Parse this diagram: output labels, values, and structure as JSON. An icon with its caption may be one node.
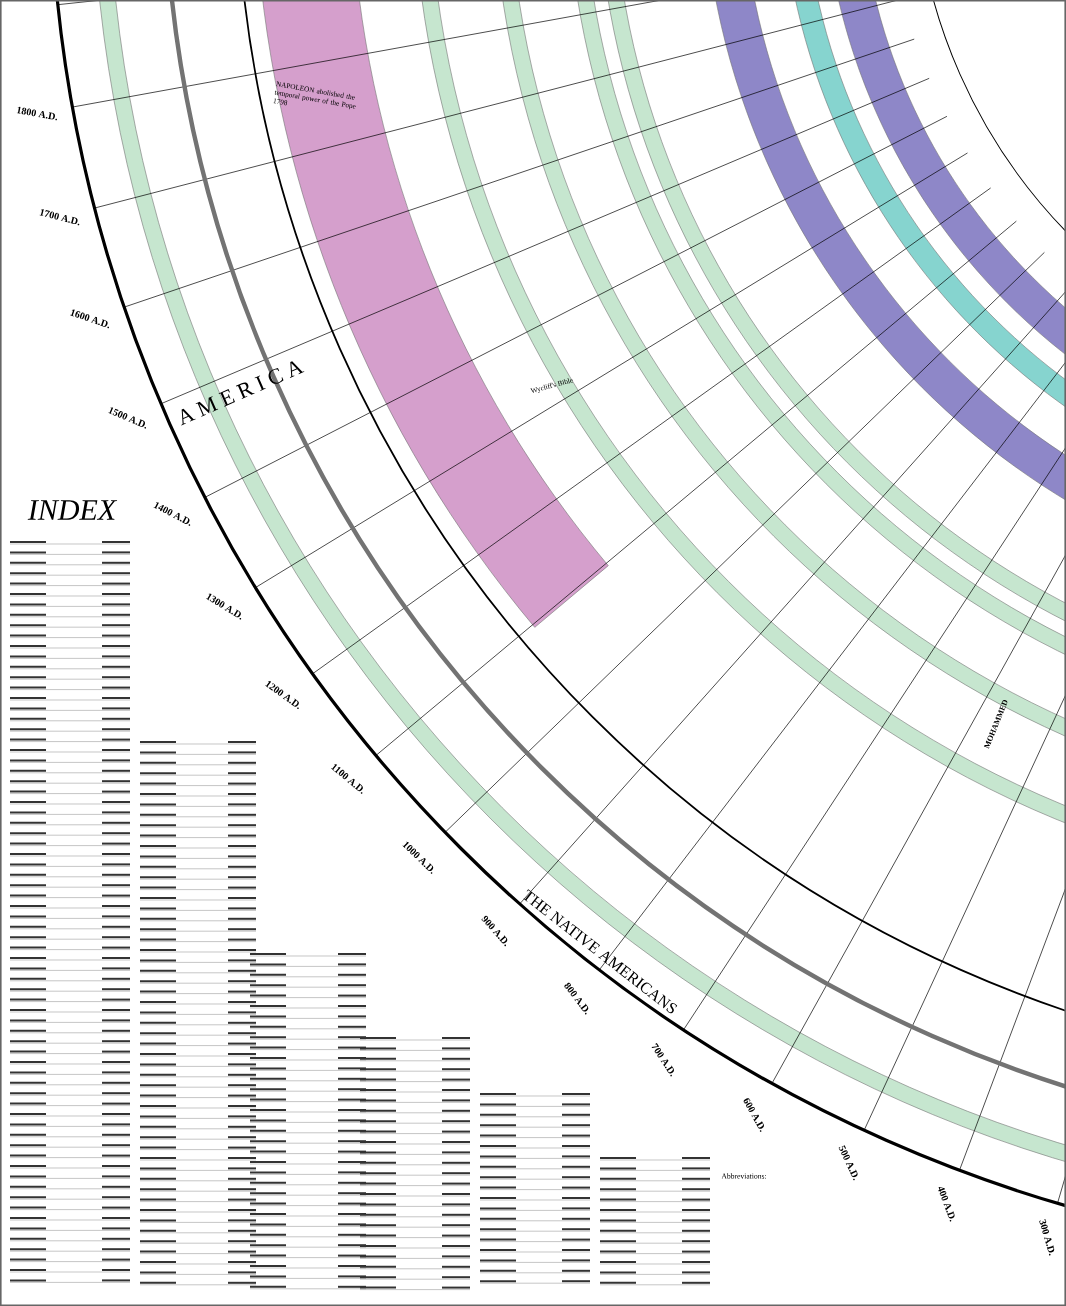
{
  "diagram": {
    "labels": [
      "1800 A.D.",
      "1700 A.D.",
      "1600 A.D.",
      "1500 A.D.",
      "1400 A.D.",
      "1300 A.D.",
      "1200 A.D.",
      "1100 A.D.",
      "1000 A.D.",
      "900 A.D.",
      "800 A.D.",
      "700 A.D.",
      "600 A.D.",
      "500 A.D.",
      "400 A.D.",
      "300 A.D.",
      "A M E R I C A",
      "NAPOLEON abolished the temporal power of the Pope 1798",
      "Wycliff's Bible",
      "INDEX",
      "MOHAMMED",
      "THE NATIVE AMERICANS",
      "Abbreviations:"
    ]
  }
}
